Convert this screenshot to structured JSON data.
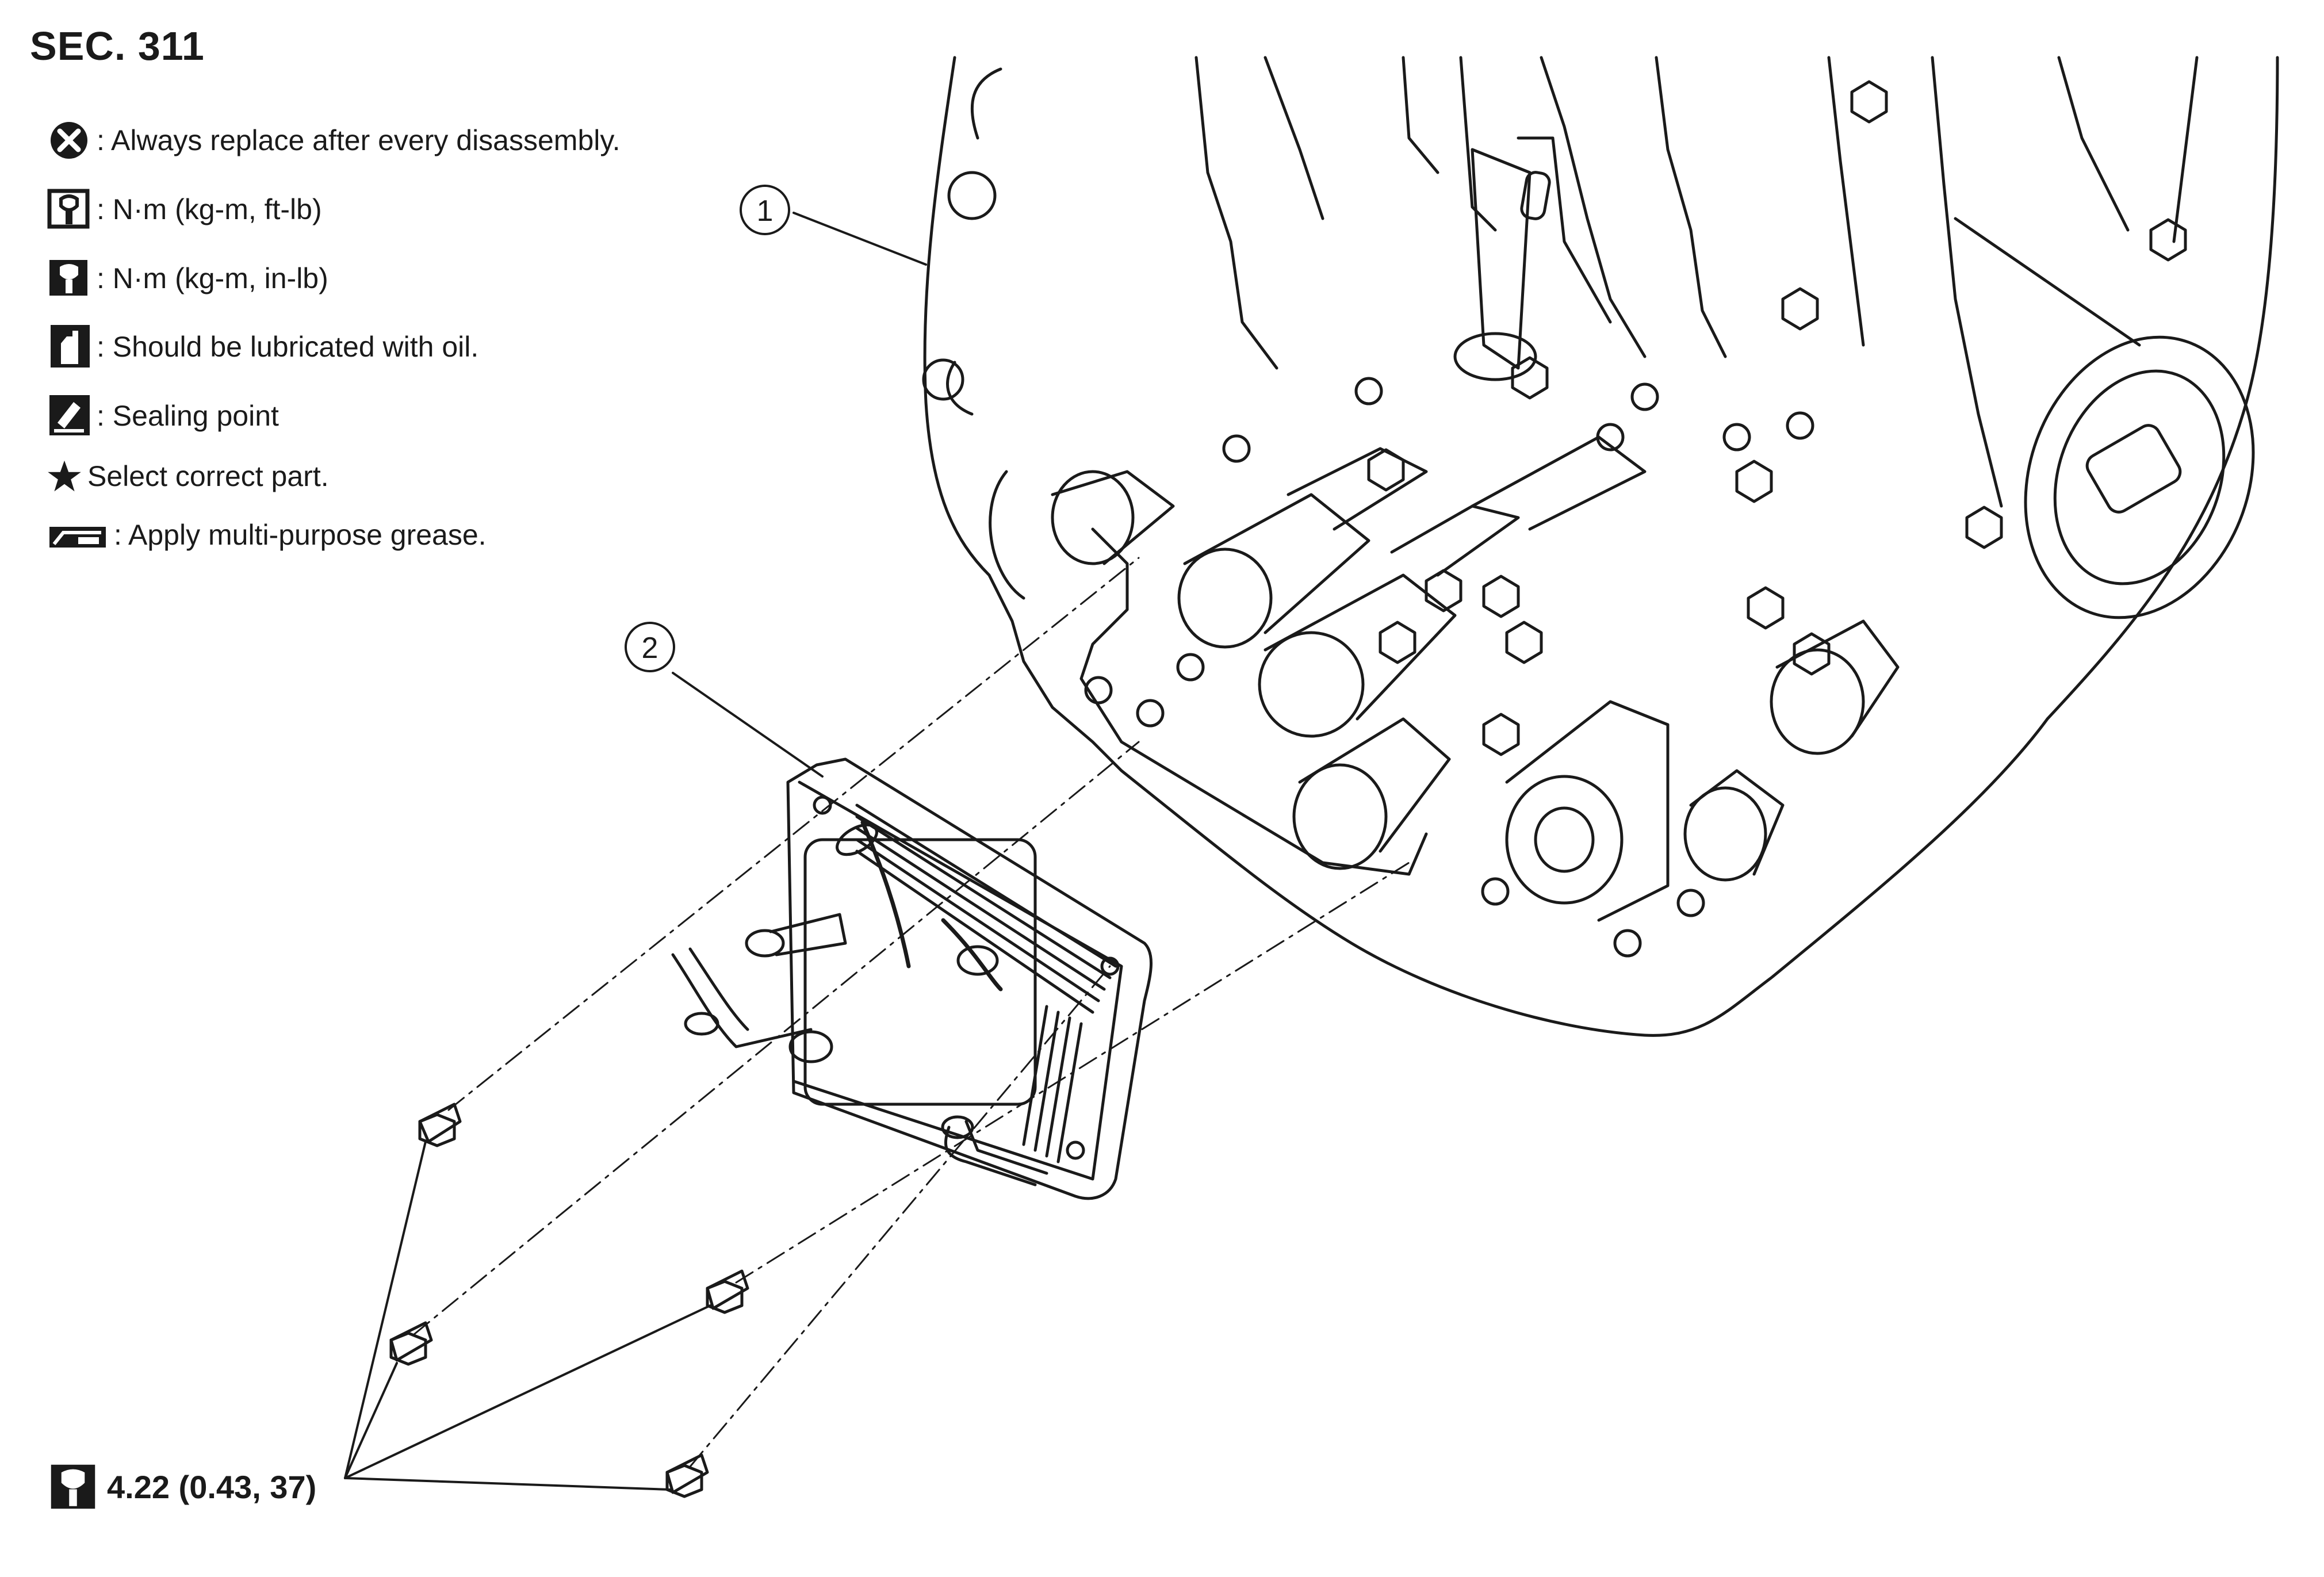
{
  "section": "SEC. 311",
  "legend": [
    {
      "icon": "always-replace-icon",
      "text": ": Always replace after every disassembly."
    },
    {
      "icon": "torque-wrench-ft-lb-icon",
      "text": ": N·m (kg-m, ft-lb)"
    },
    {
      "icon": "torque-wrench-in-lb-icon",
      "text": ": N·m (kg-m, in-lb)"
    },
    {
      "icon": "oil-can-icon",
      "text": ": Should be lubricated with oil."
    },
    {
      "icon": "sealing-point-icon",
      "text": ": Sealing point"
    },
    {
      "icon": "star-icon",
      "text": "Select correct part."
    },
    {
      "icon": "grease-gun-icon",
      "text": ": Apply multi-purpose grease."
    }
  ],
  "callouts": [
    "1",
    "2"
  ],
  "torque_spec": "4.22 (0.43, 37)",
  "colors": {
    "line": "#1a1a1a",
    "background": "#ffffff"
  }
}
